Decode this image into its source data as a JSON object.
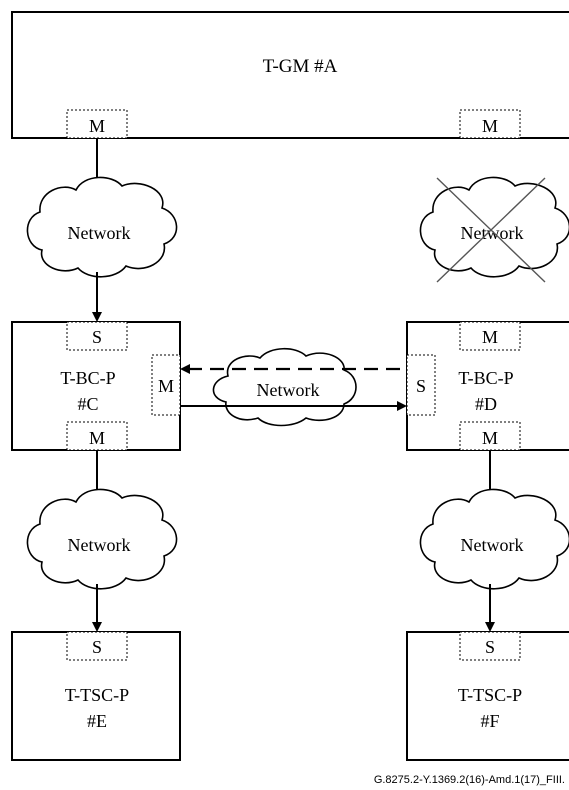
{
  "top_node": {
    "label": "T-GM #A",
    "ports": [
      "M",
      "M"
    ]
  },
  "clouds": {
    "left_upper": "Network",
    "right_upper": "Network",
    "middle": "Network",
    "left_lower": "Network",
    "right_lower": "Network"
  },
  "bc_c": {
    "line1": "T-BC-P",
    "line2": "#C",
    "port_top": "S",
    "port_side": "M",
    "port_bottom": "M"
  },
  "bc_d": {
    "line1": "T-BC-P",
    "line2": "#D",
    "port_top": "M",
    "port_side": "S",
    "port_bottom": "M"
  },
  "tsc_e": {
    "line1": "T-TSC-P",
    "line2": "#E",
    "port_top": "S"
  },
  "tsc_f": {
    "line1": "T-TSC-P",
    "line2": "#F",
    "port_top": "S"
  },
  "caption": "G.8275.2-Y.1369.2(16)-Amd.1(17)_FIII."
}
